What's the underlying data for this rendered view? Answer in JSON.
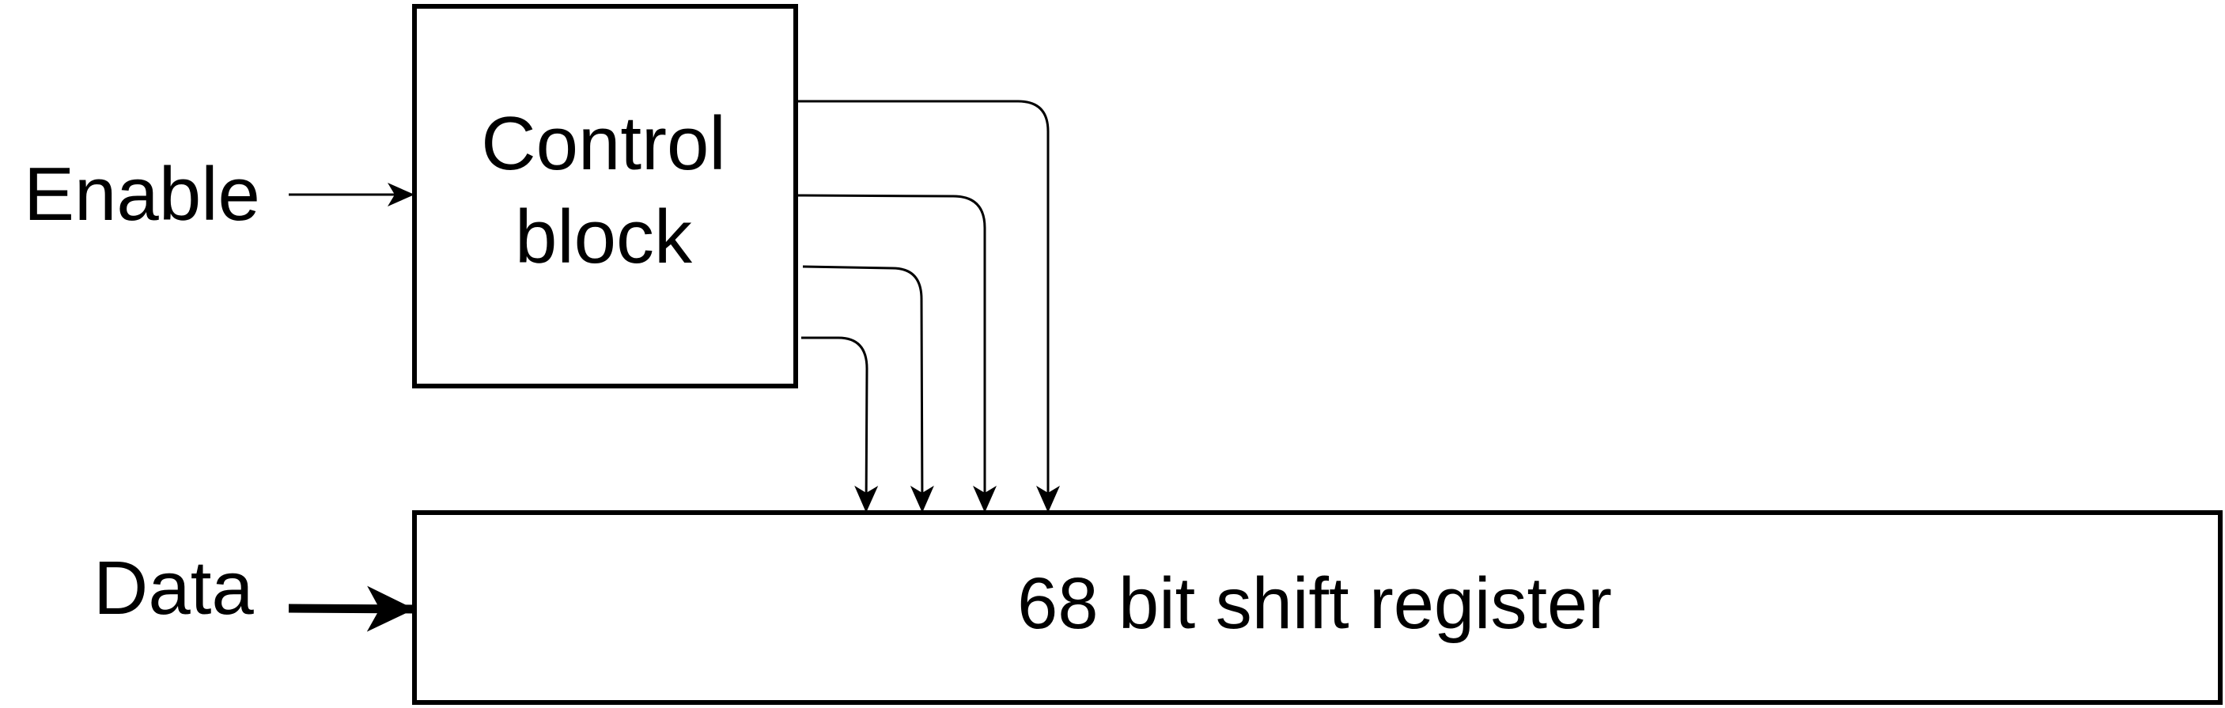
{
  "diagram": {
    "nodes": {
      "control_block": {
        "line1": "Control",
        "line2": "block"
      },
      "shift_register": {
        "label": "68 bit shift register"
      }
    },
    "inputs": {
      "enable": "Enable",
      "data": "Data"
    },
    "colors": {
      "stroke": "#000000",
      "background": "#ffffff"
    }
  }
}
